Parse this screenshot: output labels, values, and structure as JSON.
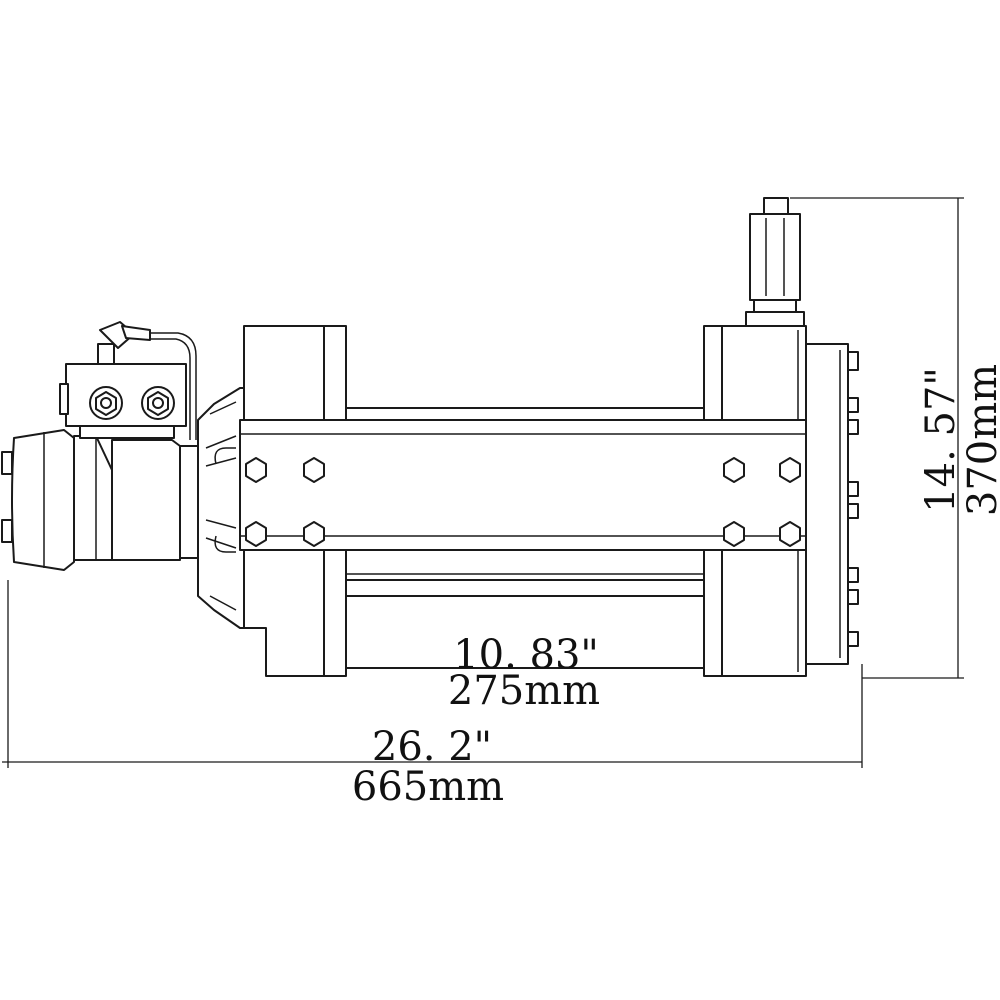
{
  "colors": {
    "line": "#1a1a1a",
    "background": "#ffffff"
  },
  "dimensions": {
    "drum_length": {
      "inch": "10. 83\"",
      "mm": "275mm"
    },
    "overall_length": {
      "inch": "26. 2\"",
      "mm": "665mm"
    },
    "overall_height": {
      "inch": "14. 57\"",
      "mm": "370mm"
    }
  }
}
